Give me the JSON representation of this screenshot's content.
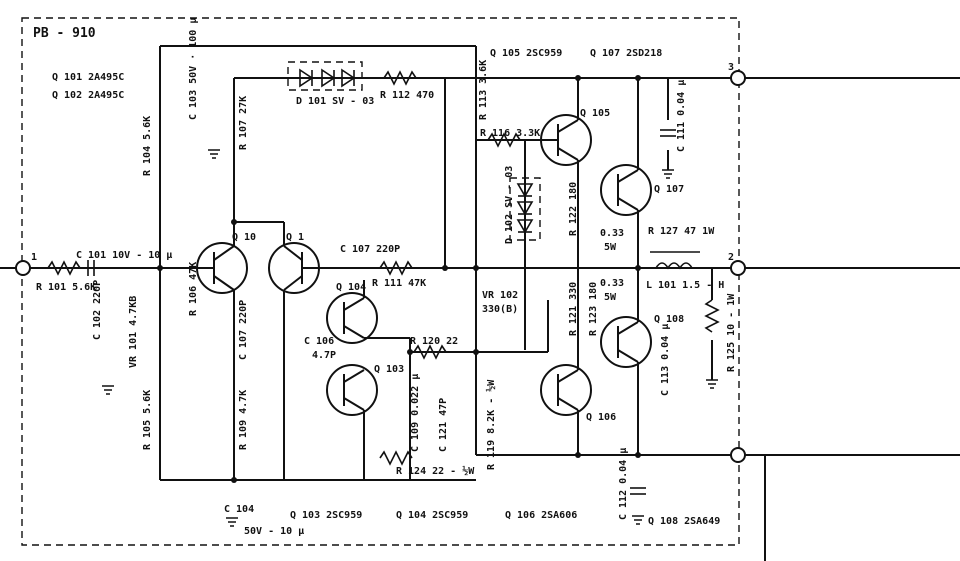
{
  "board_label": "PB - 910",
  "terminals": [
    "1",
    "2",
    "3"
  ],
  "transistors": {
    "q105": "Q 105 2SC959",
    "q107": "Q 107 2SD218",
    "q101": "Q 101 2A495C",
    "q102": "Q 102 2A495C",
    "q103": "Q 103 2SC959",
    "q104": "Q 104 2SC959",
    "q106": "Q 106 2SA606",
    "q108": "Q 108 2SA649",
    "t_q105": "Q 105",
    "t_q107": "Q 107",
    "t_q108": "Q 108",
    "t_q106": "Q 106",
    "t_q103": "Q 103",
    "t_q104": "Q 104",
    "t_q101": "Q 10",
    "t_q102": "Q 1"
  },
  "components": {
    "d101": "D 101 SV - 03",
    "d102": "D 102 SV - 03",
    "r112": "R 112 470",
    "r113": "R 113 3.6K",
    "r116": "R 116 3.3K",
    "r107": "R 107 27K",
    "r106": "R 106 47K",
    "r101": "R 101 5.6K",
    "r104": "R 104 5.6K",
    "r105": "R 105 5.6K",
    "r111": "R 111 47K",
    "r122": "R 122 180",
    "r121": "R 121 330",
    "r123": "R 123 180",
    "r127": "R 127 47 1W",
    "r119": "R 119 8.2K - ½W",
    "r120": "R 120 22",
    "r124": "R 124 22 - ½W",
    "c101": "C 101 10V - 10 μ",
    "c102": "C 102 220P",
    "c107": "C 107 220P",
    "c111": "C 111 0.04 μ",
    "c112": "C 112 0.04 μ",
    "c113": "C 113 0.04 μ",
    "c104": "C 104",
    "c104b": "50V - 10 μ",
    "c106": "C 106",
    "c106b": "4.7P",
    "c109": "C 109 0.022 μ",
    "c121": "C 121 47P",
    "l101": "L 101 1.5 - H",
    "vr101": "VR 101 4.7KB",
    "vr102": "VR 102",
    "vr102b": "330(B)",
    "r_033a": "0.33",
    "r_5wa": "5W",
    "r_033b": "0.33",
    "r_5wb": "5W",
    "r_1w": "R 125 10 - 1W"
  }
}
